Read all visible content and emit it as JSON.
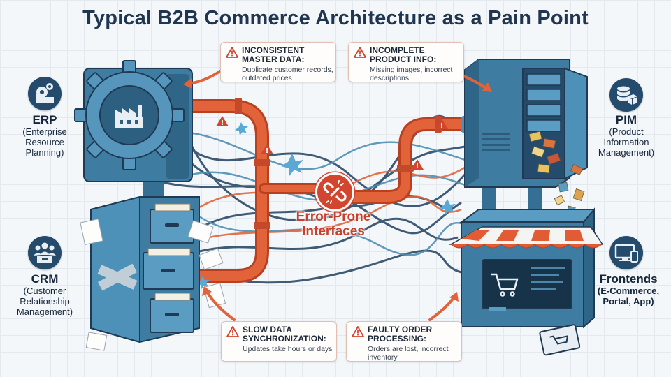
{
  "title": "Typical B2B Commerce Architecture as a Pain Point",
  "systems": {
    "erp": {
      "abbr": "ERP",
      "full": "(Enterprise Resource Planning)",
      "icon": "gears-factory-icon"
    },
    "crm": {
      "abbr": "CRM",
      "full": "(Customer Relationship Management)",
      "icon": "customers-icon"
    },
    "pim": {
      "abbr": "PIM",
      "full": "(Product Information Management)",
      "icon": "database-box-icon"
    },
    "frontends": {
      "abbr": "Frontends",
      "full": "(E-Commerce, Portal, App)",
      "icon": "devices-icon"
    }
  },
  "callouts": {
    "master_data": {
      "heading": "INCONSISTENT MASTER DATA:",
      "desc": "Duplicate customer records, outdated prices"
    },
    "product_info": {
      "heading": "INCOMPLETE PRODUCT INFO:",
      "desc": "Missing images, incorrect descriptions"
    },
    "sync": {
      "heading": "SLOW DATA SYNCHRONIZATION:",
      "desc": "Updates take hours or days"
    },
    "orders": {
      "heading": "FAULTY ORDER PROCESSING:",
      "desc": "Orders are lost, incorrect inventory"
    }
  },
  "center": {
    "label": "Error-Prone Interfaces",
    "icon": "broken-link-icon"
  },
  "colors": {
    "navy": "#1f3550",
    "steel": "#3e7da1",
    "pipe": "#d9512c",
    "cable": "#2c4a66",
    "warning": "#d2452f"
  }
}
